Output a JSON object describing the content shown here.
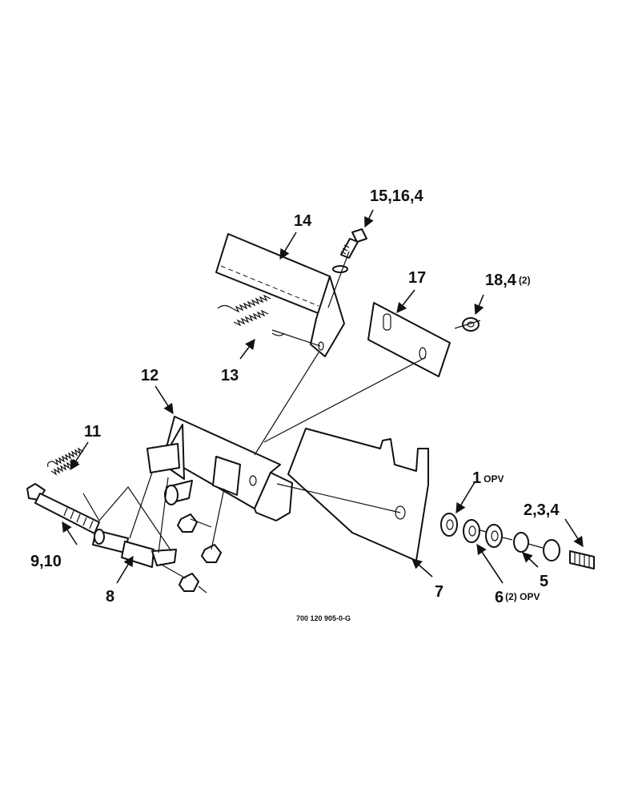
{
  "diagram": {
    "callouts": {
      "c1": {
        "num": "1",
        "suffix": "OPV"
      },
      "c2": {
        "num": "2,3,4"
      },
      "c5": {
        "num": "5"
      },
      "c6": {
        "num": "6",
        "suffix": "(2) OPV"
      },
      "c7": {
        "num": "7"
      },
      "c8": {
        "num": "8"
      },
      "c9": {
        "num": "9,10"
      },
      "c11": {
        "num": "11"
      },
      "c12": {
        "num": "12"
      },
      "c13": {
        "num": "13"
      },
      "c14": {
        "num": "14"
      },
      "c15": {
        "num": "15,16,4"
      },
      "c17": {
        "num": "17"
      },
      "c18": {
        "num": "18,4",
        "suffix": "(2)"
      }
    },
    "drawing_ref": "700 120 905-0-G"
  }
}
